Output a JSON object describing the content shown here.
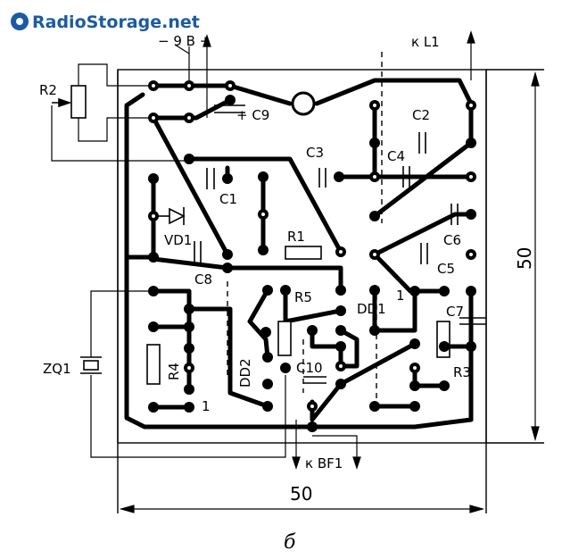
{
  "logo": {
    "text": "RadioStorage.net",
    "color": "#1a5aa8"
  },
  "power_label": "− 9 B +",
  "labels": {
    "R2": "R2",
    "C9": "+ C9",
    "C1": "C1",
    "C2": "C2",
    "C3": "C3",
    "C4": "C4",
    "C5": "C5",
    "C6": "C6",
    "C7": "C7",
    "C8": "C8",
    "C10": "C10",
    "R1": "R1",
    "R3": "R3",
    "R4": "R4",
    "R5": "R5",
    "VD1": "VD1",
    "DD1": "DD1",
    "DD1_pin": "1",
    "DD2": "DD2",
    "DD2_pin": "1",
    "ZQ1": "ZQ1"
  },
  "to_L1": "к L1",
  "to_BF1": "к BF1",
  "dim_width": "50",
  "dim_height": "50",
  "caption": "б"
}
